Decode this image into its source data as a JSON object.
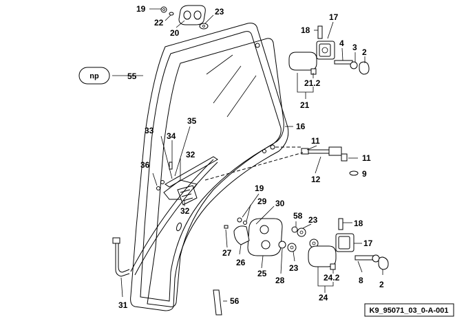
{
  "diagram": {
    "reference": "K9_95071_03_0-A-001",
    "logo_text": "np",
    "callouts": {
      "c2a": "2",
      "c2b": "2",
      "c3": "3",
      "c4": "4",
      "c8": "8",
      "c9": "9",
      "c11a": "11",
      "c11b": "11",
      "c12": "12",
      "c16": "16",
      "c17a": "17",
      "c17b": "17",
      "c18a": "18",
      "c18b": "18",
      "c19a": "19",
      "c19b": "19",
      "c20": "20",
      "c21": "21",
      "c21_2": "21.2",
      "c22": "22",
      "c23a": "23",
      "c23b": "23",
      "c23c": "23",
      "c24": "24",
      "c24_2": "24.2",
      "c25": "25",
      "c26": "26",
      "c27": "27",
      "c28": "28",
      "c29": "29",
      "c30": "30",
      "c31": "31",
      "c32a": "32",
      "c32b": "32",
      "c33": "33",
      "c34": "34",
      "c35": "35",
      "c36": "36",
      "c55": "55",
      "c56": "56",
      "c58": "58"
    }
  }
}
